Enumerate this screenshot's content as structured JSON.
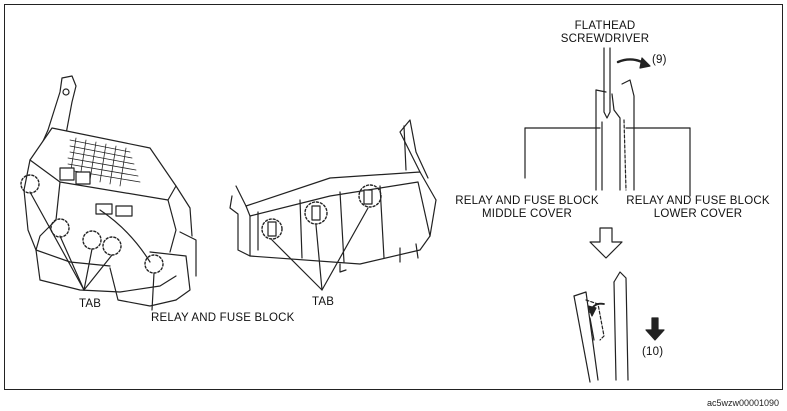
{
  "labels": {
    "tab_left": "TAB",
    "tab_middle": "TAB",
    "relay_fuse_block": "RELAY AND FUSE BLOCK",
    "flathead_line1": "FLATHEAD",
    "flathead_line2": "SCREWDRIVER",
    "step9": "(9)",
    "step10": "(10)",
    "middle_cover_line1": "RELAY AND FUSE BLOCK",
    "middle_cover_line2": "MIDDLE COVER",
    "lower_cover_line1": "RELAY AND FUSE BLOCK",
    "lower_cover_line2": "LOWER COVER"
  },
  "figure_code": "ac5wzw00001090"
}
